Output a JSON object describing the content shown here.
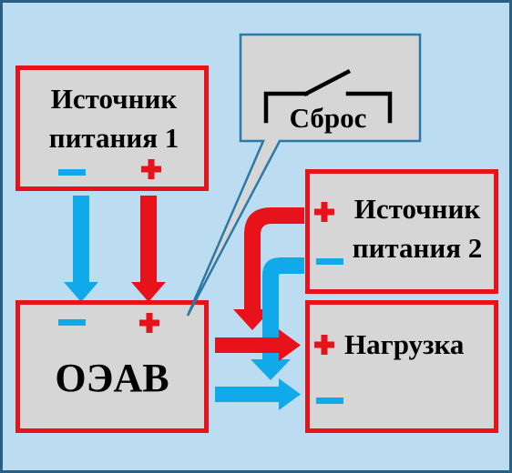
{
  "colors": {
    "background": "#bcdcf2",
    "frame": "#2a5f82",
    "box_fill": "#d6d6d6",
    "box_border": "#e8121a",
    "callout_border": "#2a7aa8",
    "positive": "#e8121a",
    "negative": "#10aaea"
  },
  "source1": {
    "line1": "Источник",
    "line2": "питания 1",
    "minus": "−",
    "plus": "+"
  },
  "source2": {
    "line1": "Источник",
    "line2": "питания 2",
    "minus": "−",
    "plus": "+"
  },
  "oeav": {
    "label": "ОЭАВ",
    "minus": "−",
    "plus": "+"
  },
  "load": {
    "label": "Нагрузка",
    "minus": "−",
    "plus": "+"
  },
  "reset": {
    "label": "Сброс"
  }
}
